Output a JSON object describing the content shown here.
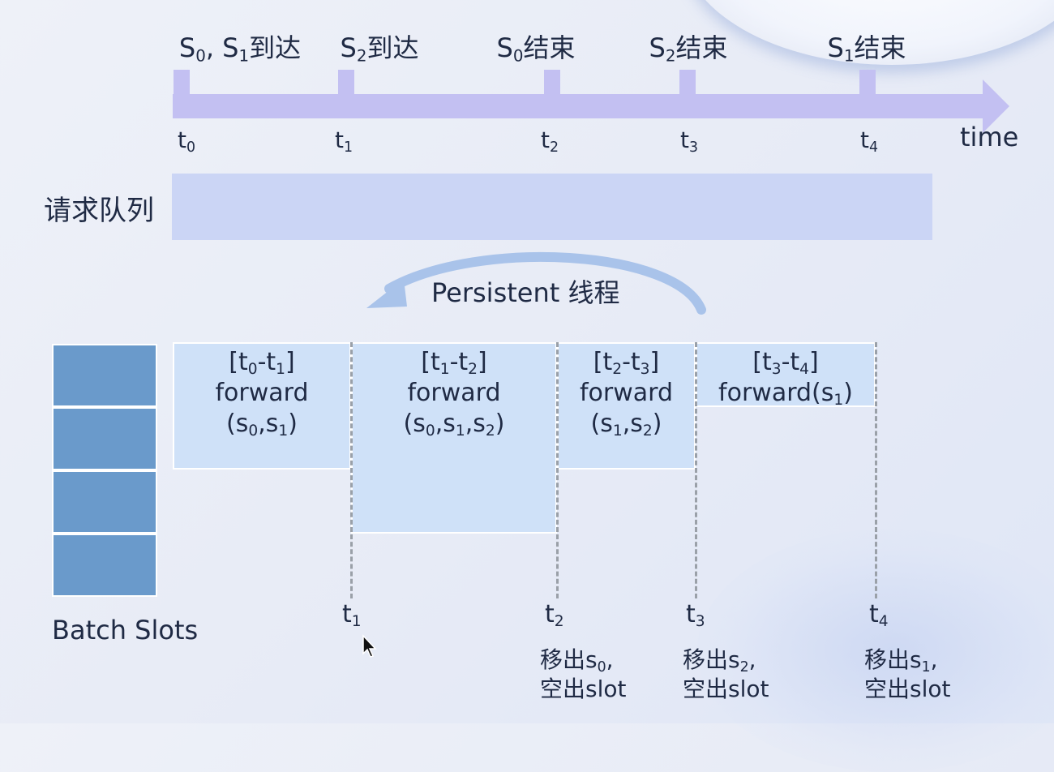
{
  "timeline": {
    "events": [
      {
        "main": "S",
        "sub": "0",
        "mid": ", S",
        "sub2": "1",
        "suffix": "到达"
      },
      {
        "main": "S",
        "sub": "2",
        "suffix": "到达"
      },
      {
        "main": "S",
        "sub": "0",
        "suffix": "结束"
      },
      {
        "main": "S",
        "sub": "2",
        "suffix": "结束"
      },
      {
        "main": "S",
        "sub": "1",
        "suffix": "结束"
      }
    ],
    "ticks": [
      {
        "main": "t",
        "sub": "0"
      },
      {
        "main": "t",
        "sub": "1"
      },
      {
        "main": "t",
        "sub": "2"
      },
      {
        "main": "t",
        "sub": "3"
      },
      {
        "main": "t",
        "sub": "4"
      }
    ],
    "axis_label": "time"
  },
  "queue": {
    "label": "请求队列"
  },
  "persistent": {
    "label": "Persistent 线程"
  },
  "batch": {
    "label": "Batch Slots"
  },
  "blocks": [
    {
      "r_open": "[t",
      "r_a": "0",
      "r_dash": "-t",
      "r_b": "1",
      "r_close": "]",
      "op": "forward",
      "args": "(s0,s1)"
    },
    {
      "r_open": "[t",
      "r_a": "1",
      "r_dash": "-t",
      "r_b": "2",
      "r_close": "]",
      "op": "forward",
      "args": "(s0,s1,s2)"
    },
    {
      "r_open": "[t",
      "r_a": "2",
      "r_dash": "-t",
      "r_b": "3",
      "r_close": "]",
      "op": "forward",
      "args": "(s1,s2)"
    },
    {
      "r_open": "[t",
      "r_a": "3",
      "r_dash": "-t",
      "r_b": "4",
      "r_close": "]",
      "op": "forward(s",
      "op_sub": "1",
      "op_close": ")"
    }
  ],
  "args_parts": [
    [
      {
        "t": "(s"
      },
      {
        "s": "0"
      },
      {
        "t": ",s"
      },
      {
        "s": "1"
      },
      {
        "t": ")"
      }
    ],
    [
      {
        "t": "(s"
      },
      {
        "s": "0"
      },
      {
        "t": ",s"
      },
      {
        "s": "1"
      },
      {
        "t": ",s"
      },
      {
        "s": "2"
      },
      {
        "t": ")"
      }
    ],
    [
      {
        "t": "(s"
      },
      {
        "s": "1"
      },
      {
        "t": ",s"
      },
      {
        "s": "2"
      },
      {
        "t": ")"
      }
    ]
  ],
  "bottom_ticks": [
    {
      "main": "t",
      "sub": "1"
    },
    {
      "main": "t",
      "sub": "2"
    },
    {
      "main": "t",
      "sub": "3"
    },
    {
      "main": "t",
      "sub": "4"
    }
  ],
  "notes": [
    {
      "line1_main": "移出s",
      "line1_sub": "0",
      "line1_end": ",",
      "line2": "空出slot"
    },
    {
      "line1_main": "移出s",
      "line1_sub": "2",
      "line1_end": ",",
      "line2": "空出slot"
    },
    {
      "line1_main": "移出s",
      "line1_sub": "1",
      "line1_end": ",",
      "line2": "空出slot"
    }
  ],
  "colors": {
    "axis": "#c3c0f2",
    "queue": "#cbd5f5",
    "slot": "#6a9acb",
    "block": "#cfe1f8",
    "arrow": "#a9c3ea"
  }
}
